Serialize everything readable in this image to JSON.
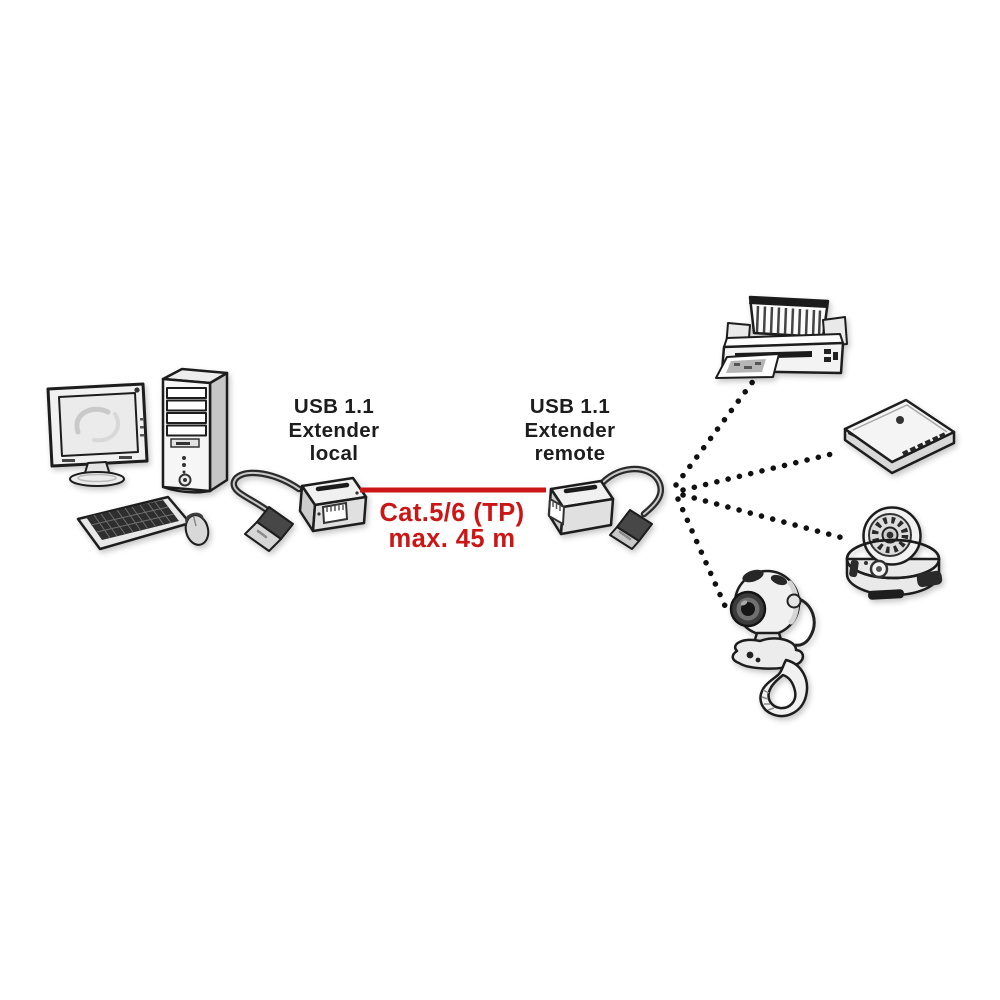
{
  "figure": {
    "kind": "usb-extender-connection-diagram",
    "background": "#ffffff"
  },
  "colors": {
    "accent": "#cc1616",
    "ink": "#1d1d1d"
  },
  "labels": {
    "local": {
      "line1": "USB 1.1",
      "line2": "Extender",
      "line3": "local"
    },
    "remote": {
      "line1": "USB 1.1",
      "line2": "Extender",
      "line3": "remote"
    },
    "link": {
      "line1": "Cat.5/6 (TP)",
      "line2": "max. 45 m"
    }
  },
  "devices": {
    "computer": "desktop-computer",
    "extender_local": "usb-extender-local-unit",
    "extender_remote": "usb-extender-remote-unit",
    "printer": "inkjet-printer",
    "scanner": "flatbed-scanner",
    "dome_camera": "dome-camera",
    "webcam": "clip-on-webcam"
  }
}
